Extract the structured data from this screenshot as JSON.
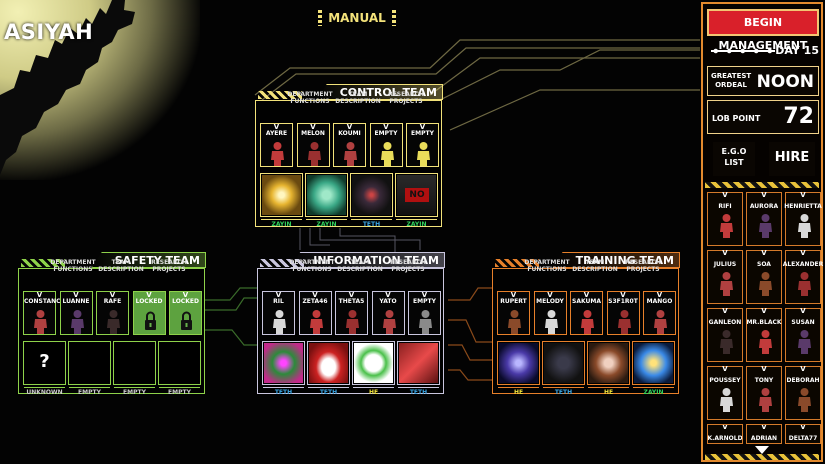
{
  "title": "ASIYAH",
  "manual_label": "MANUAL",
  "panel": {
    "begin_label": "BEGIN MANAGEMENT",
    "day_label": "DAY 15",
    "ordeal_label": "GREATEST ORDEAL",
    "ordeal_value": "NOON",
    "lob_label": "LOB POINT",
    "lob_value": "72",
    "ego_label": "E.G.O LIST",
    "hire_label": "HIRE",
    "accent": "#e38a2e",
    "employees": [
      "RIFI",
      "AURORA",
      "HENRIETTA",
      "JULIUS",
      "SOA",
      "ALEXANDER",
      "GANLEON",
      "MR.BLACK",
      "SUSAN",
      "POUSSEY",
      "TONY",
      "DEBORAH",
      "K.ARNOLD",
      "ADRIAN",
      "DELTA77"
    ]
  },
  "header_labels": {
    "functions": "DEPARTMENT FUNCTIONS",
    "description": "TEAM DESCRIPTION",
    "research": "RESEARCH PROJECTS"
  },
  "control": {
    "name": "CONTROL TEAM",
    "color": "#f2e27a",
    "agents": [
      "AYERE",
      "MELON",
      "KOUMI",
      "EMPTY",
      "EMPTY"
    ],
    "abnormalities": [
      {
        "icon": "golden-gift",
        "risk": "ZAYIN"
      },
      {
        "icon": "green-creature",
        "risk": "ZAYIN"
      },
      {
        "icon": "dark-doll",
        "risk": "TETH"
      },
      {
        "icon": "no-screen",
        "risk": "ZAYIN"
      }
    ],
    "no_text": "NO"
  },
  "safety": {
    "name": "SAFETY TEAM",
    "color": "#8ed24a",
    "agents": [
      "CONSTANCE",
      "LUANNE",
      "RAFE",
      "LOCKED",
      "LOCKED"
    ],
    "abnormalities": [
      {
        "icon": "unknown",
        "risk": "UNKNOWN"
      },
      {
        "icon": "empty",
        "risk": "EMPTY"
      },
      {
        "icon": "empty",
        "risk": "EMPTY"
      },
      {
        "icon": "empty",
        "risk": "EMPTY"
      }
    ],
    "unknown_glyph": "?"
  },
  "information": {
    "name": "INFORMATION TEAM",
    "color": "#c9c6de",
    "agents": [
      "RIL",
      "ZETA46",
      "THETA5",
      "YATO",
      "EMPTY"
    ],
    "abnormalities": [
      {
        "icon": "flower-skull",
        "risk": "TETH"
      },
      {
        "icon": "bloody-bathtub",
        "risk": "TETH"
      },
      {
        "icon": "flower-wreath",
        "risk": "HE"
      },
      {
        "icon": "red-book",
        "risk": "TETH"
      }
    ]
  },
  "training": {
    "name": "TRAINING TEAM",
    "color": "#e7802a",
    "agents": [
      "RUPERT",
      "MELODY",
      "SAKUMA",
      "S3F1R0T",
      "MANGO"
    ],
    "abnormalities": [
      {
        "icon": "purple-knight",
        "risk": "HE"
      },
      {
        "icon": "shadow-figure",
        "risk": "TETH"
      },
      {
        "icon": "brown-hair-girl",
        "risk": "HE"
      },
      {
        "icon": "golden-moon",
        "risk": "ZAYIN"
      }
    ]
  },
  "risk_colors": {
    "ZAYIN": "#2fd35c",
    "TETH": "#3aa6e6",
    "HE": "#f2e23a",
    "UNKNOWN": "#cccccc",
    "EMPTY": "#cccccc"
  }
}
